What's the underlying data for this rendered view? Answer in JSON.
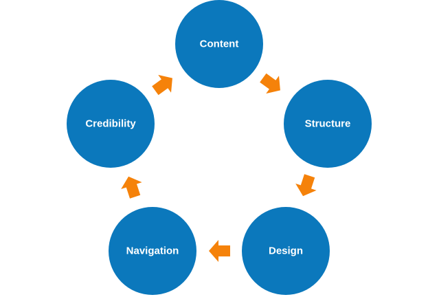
{
  "colors": {
    "node_fill": "#0B78BC",
    "arrow_fill": "#F5820A",
    "label_text": "#FFFFFF",
    "background": "#FFFFFF"
  },
  "diagram": {
    "type": "cycle",
    "direction": "clockwise",
    "nodes": [
      {
        "id": "content",
        "label": "Content"
      },
      {
        "id": "structure",
        "label": "Structure"
      },
      {
        "id": "design",
        "label": "Design"
      },
      {
        "id": "navigation",
        "label": "Navigation"
      },
      {
        "id": "credibility",
        "label": "Credibility"
      }
    ],
    "edges": [
      {
        "from": "content",
        "to": "structure",
        "icon": "right-arrow-icon"
      },
      {
        "from": "structure",
        "to": "design",
        "icon": "right-arrow-icon"
      },
      {
        "from": "design",
        "to": "navigation",
        "icon": "right-arrow-icon"
      },
      {
        "from": "navigation",
        "to": "credibility",
        "icon": "right-arrow-icon"
      },
      {
        "from": "credibility",
        "to": "content",
        "icon": "right-arrow-icon"
      }
    ]
  }
}
